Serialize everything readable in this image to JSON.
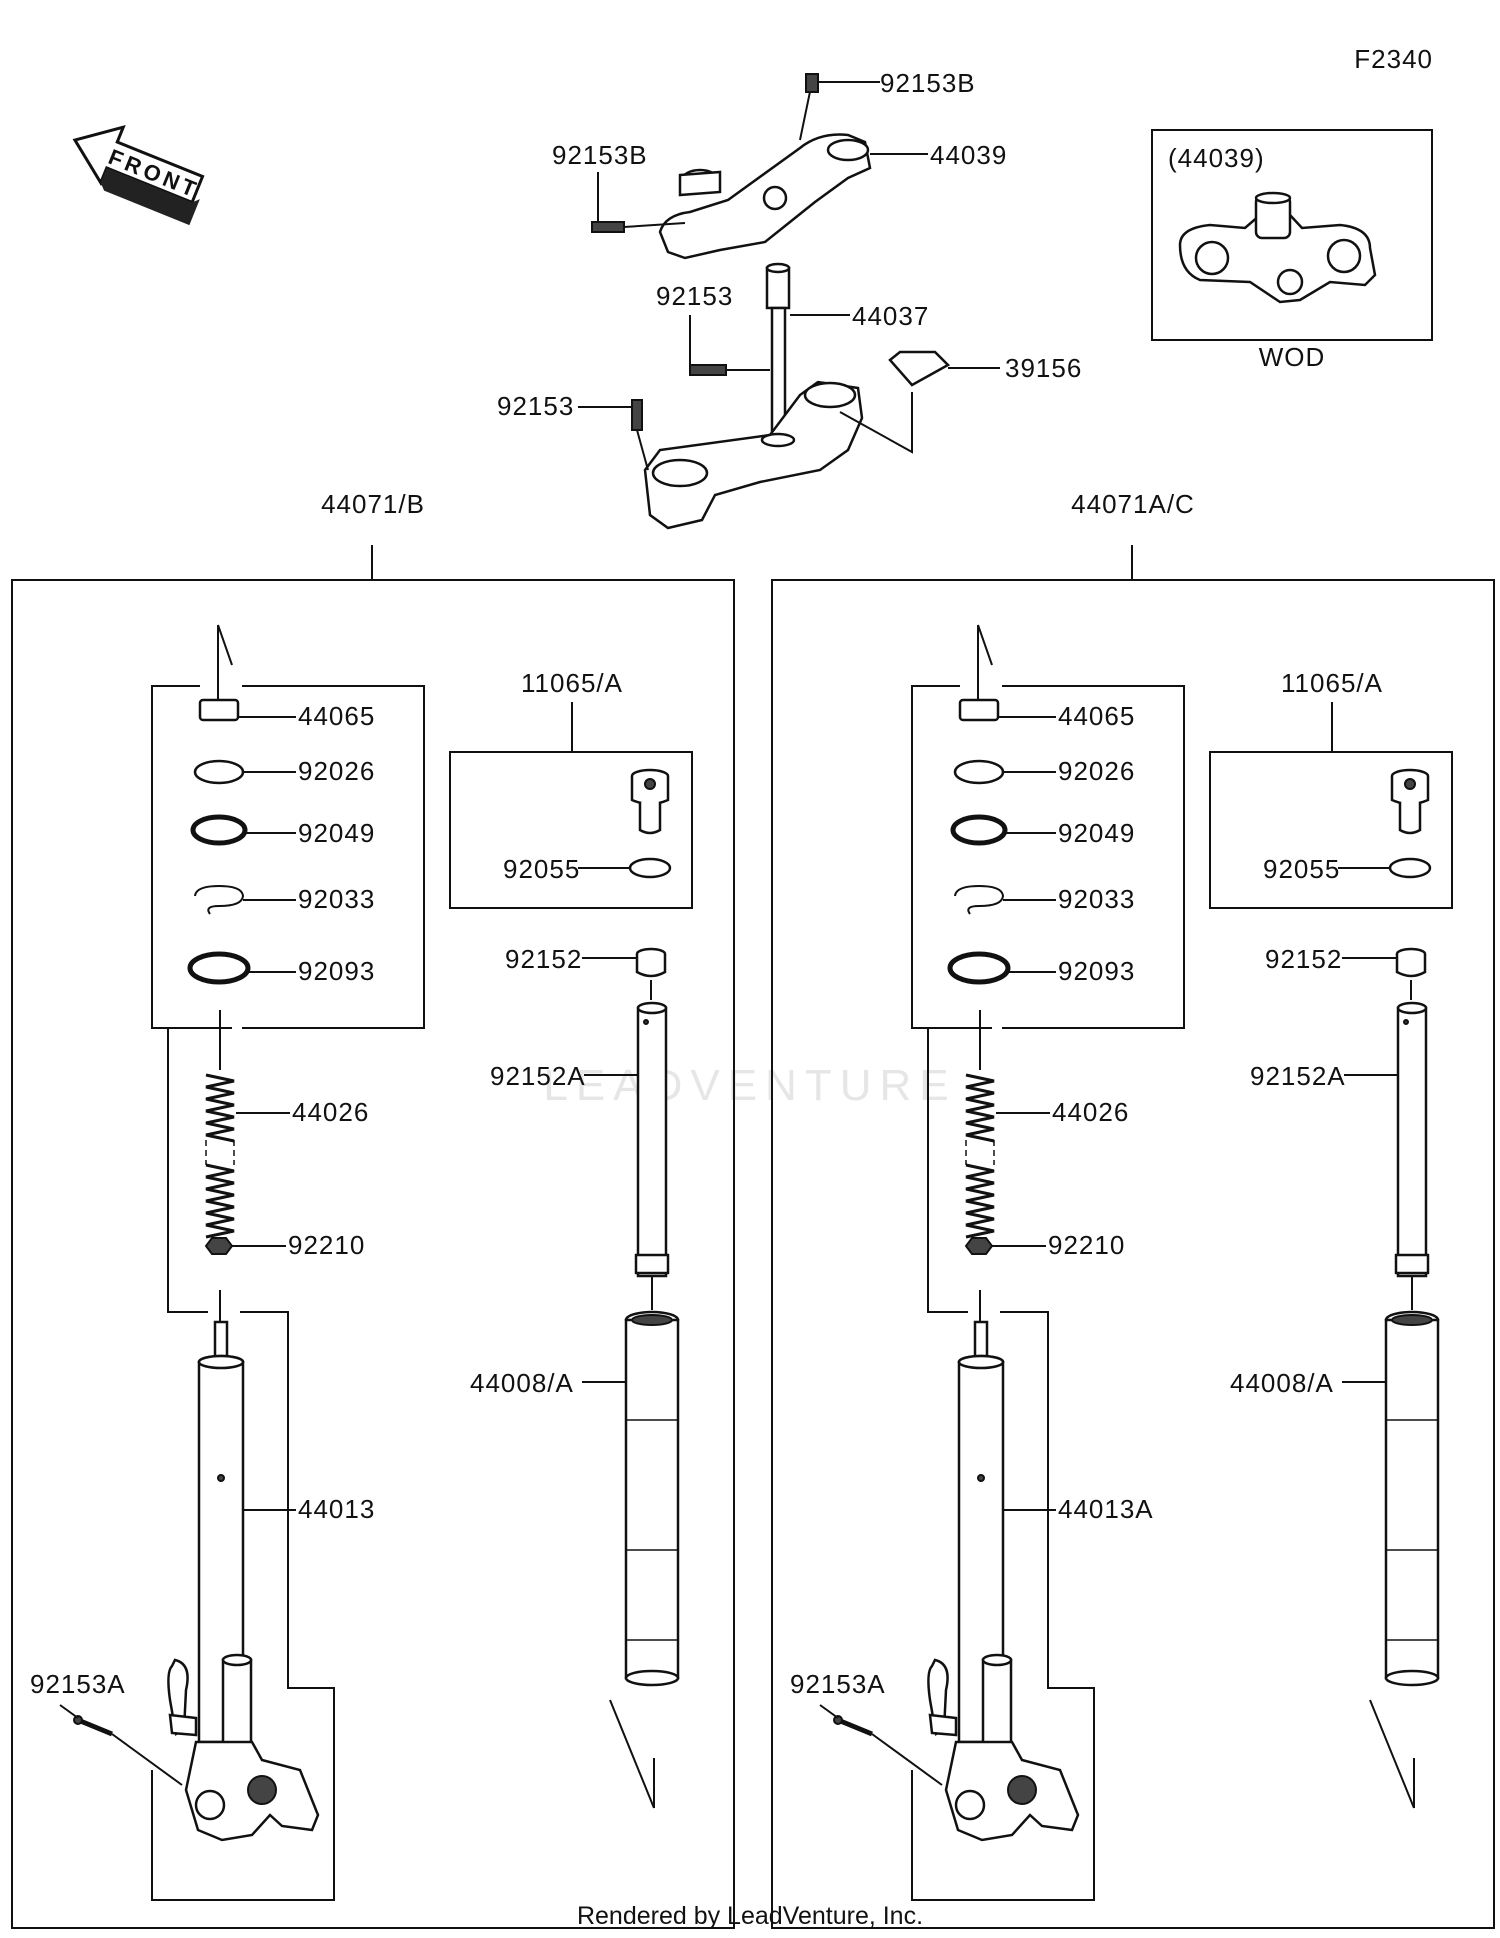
{
  "diagram_id": "F2340",
  "front_label": "FRONT",
  "inset": {
    "label": "(44039)",
    "caption": "WOD"
  },
  "footer": "Rendered by LeadVenture, Inc.",
  "watermark": "LEADVENTURE",
  "top_parts": {
    "p92153B_top": "92153B",
    "p44039": "44039",
    "p92153B_left": "92153B",
    "p92153_upper": "92153",
    "p44037": "44037",
    "p39156": "39156",
    "p92153_lower": "92153"
  },
  "left_assembly": {
    "title": "44071/B",
    "kit": "11065/A",
    "p44065": "44065",
    "p92026": "92026",
    "p92049": "92049",
    "p92033": "92033",
    "p92093": "92093",
    "p44026": "44026",
    "p92210": "92210",
    "tube": "44013",
    "bolt": "92153A",
    "p92055": "92055",
    "p92152": "92152",
    "p92152A": "92152A",
    "p44008": "44008/A"
  },
  "right_assembly": {
    "title": "44071A/C",
    "kit": "11065/A",
    "p44065": "44065",
    "p92026": "92026",
    "p92049": "92049",
    "p92033": "92033",
    "p92093": "92093",
    "p44026": "44026",
    "p92210": "92210",
    "tube": "44013A",
    "bolt": "92153A",
    "p92055": "92055",
    "p92152": "92152",
    "p92152A": "92152A",
    "p44008": "44008/A"
  }
}
